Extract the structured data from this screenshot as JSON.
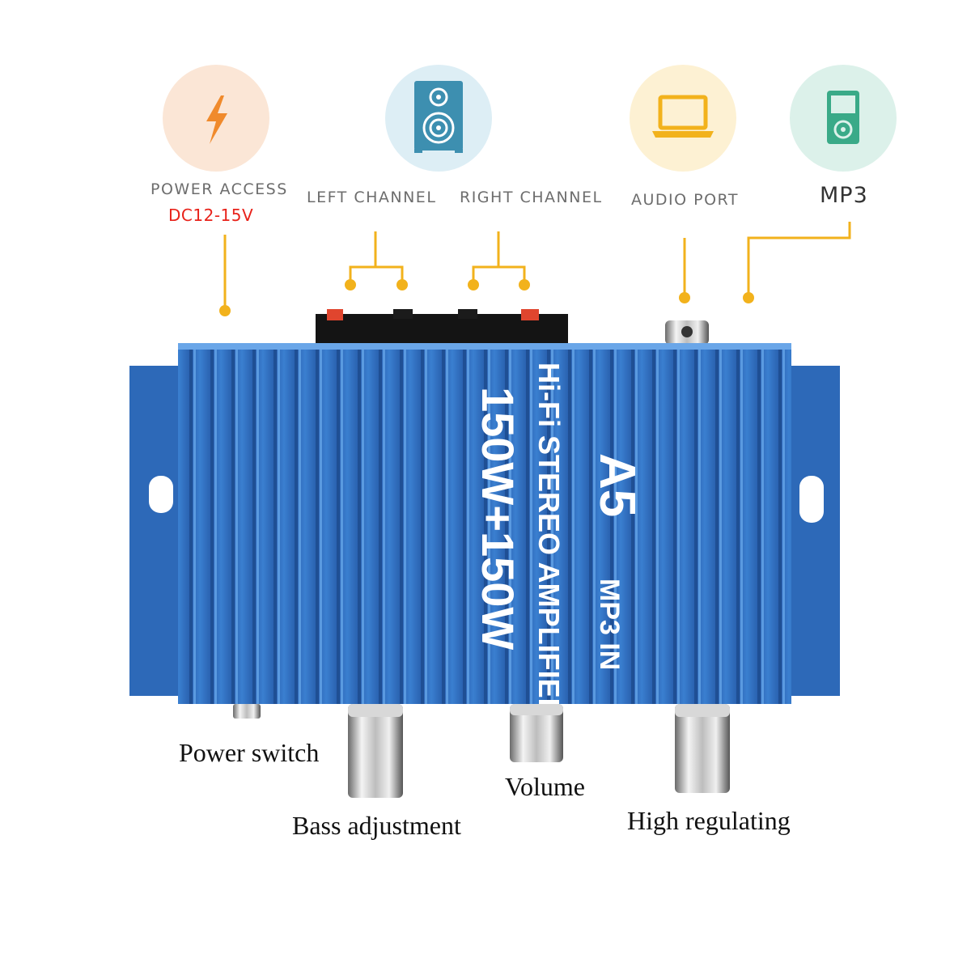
{
  "features": [
    {
      "label": "POWER ACCESS",
      "sub_label": "DC12-15V",
      "icon": "lightning-icon",
      "bg": "#fbe6d6",
      "icon_color": "#f08a2c"
    },
    {
      "label": "LEFT CHANNEL",
      "icon": "speaker-icon",
      "bg": "#ddeef5",
      "icon_color": "#3d8fb0"
    },
    {
      "label": "RIGHT CHANNEL"
    },
    {
      "label": "AUDIO PORT",
      "icon": "laptop-icon",
      "bg": "#fdf1d3",
      "icon_color": "#f2b21c"
    },
    {
      "label": "MP3",
      "icon": "mp3-player-icon",
      "bg": "#dcf1ea",
      "icon_color": "#3aaa88"
    }
  ],
  "device": {
    "model": "A5",
    "input_text": "MP3 IN",
    "description": "Hi-Fi STEREO AMPLIFIER",
    "power_rating": "150W+150W",
    "body_color": "#2f6fc0"
  },
  "controls": {
    "power_switch": "Power switch",
    "bass": "Bass adjustment",
    "volume": "Volume",
    "treble": "High regulating"
  },
  "colors": {
    "connector_line": "#f2b21c",
    "power_voltage": "#e8221a"
  }
}
